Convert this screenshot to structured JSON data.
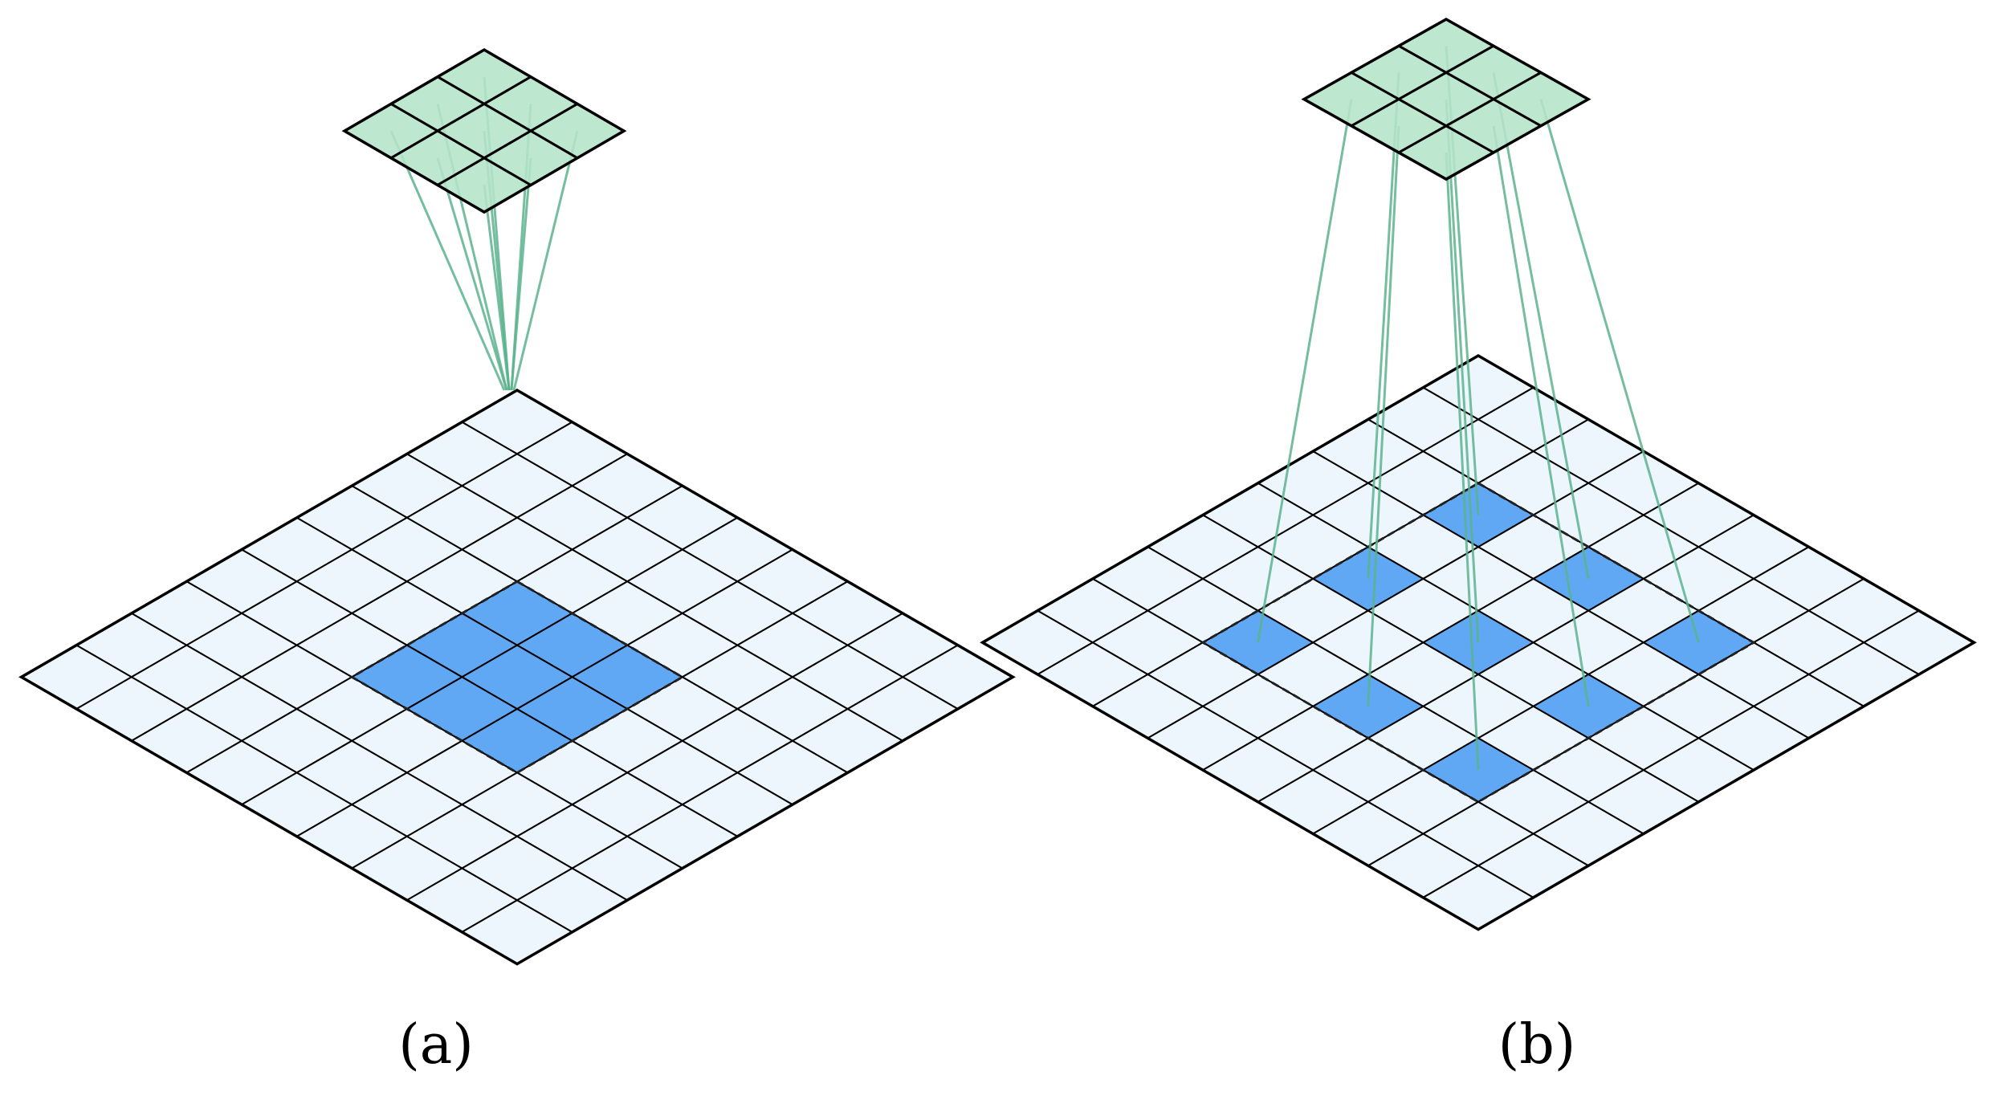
{
  "diagram": {
    "description_labels": {
      "a": "(a)",
      "b": "(b)"
    },
    "colors": {
      "background": "#ffffff",
      "input_cell": "#eef6fd",
      "highlight_cell": "#60a8f4",
      "kernel_cell": "#b4e4c8",
      "connection_line": "#5cb38e",
      "grid_line": "#000000"
    },
    "panels": [
      {
        "id": "a",
        "label": "(a)",
        "input_grid_size": 9,
        "kernel_size": 3,
        "dilation": 1,
        "highlight_cells": [
          [
            3,
            3
          ],
          [
            3,
            4
          ],
          [
            3,
            5
          ],
          [
            4,
            3
          ],
          [
            4,
            4
          ],
          [
            4,
            5
          ],
          [
            5,
            3
          ],
          [
            5,
            4
          ],
          [
            5,
            5
          ]
        ],
        "receptive_field_outline": [
          3,
          5
        ]
      },
      {
        "id": "b",
        "label": "(b)",
        "input_grid_size": 9,
        "kernel_size": 3,
        "dilation": 2,
        "highlight_cells": [
          [
            2,
            2
          ],
          [
            2,
            4
          ],
          [
            2,
            6
          ],
          [
            4,
            2
          ],
          [
            4,
            4
          ],
          [
            4,
            6
          ],
          [
            6,
            2
          ],
          [
            6,
            4
          ],
          [
            6,
            6
          ]
        ],
        "receptive_field_outline": [
          2,
          6
        ]
      }
    ]
  }
}
